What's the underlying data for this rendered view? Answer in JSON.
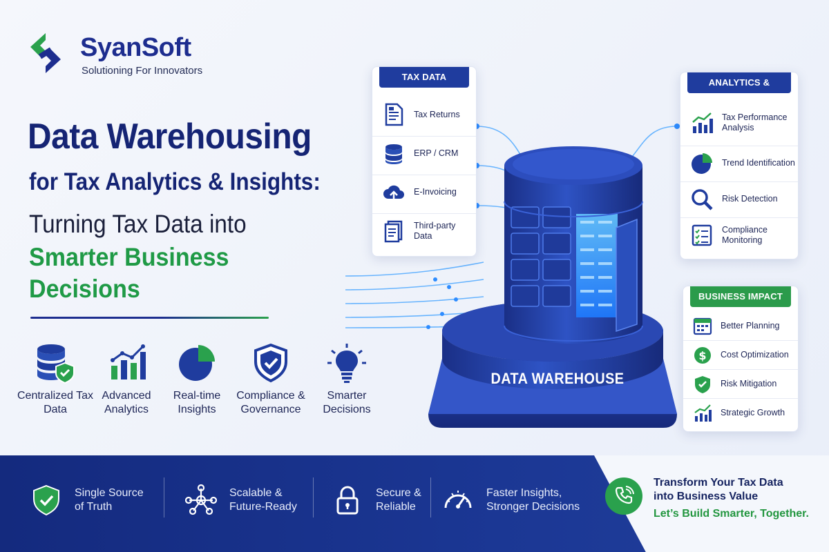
{
  "brand": {
    "name": "SyanSoft",
    "tagline": "Solutioning For Innovators"
  },
  "headline": {
    "line1": "Data Warehousing",
    "line2": "for Tax Analytics & Insights:",
    "line3": "Turning Tax Data into",
    "line4": "Smarter Business Decisions"
  },
  "features": [
    {
      "label": "Centralized Tax Data",
      "icon": "database-shield-icon"
    },
    {
      "label": "Advanced Analytics",
      "icon": "bar-chart-icon"
    },
    {
      "label": "Real-time Insights",
      "icon": "pie-chart-icon"
    },
    {
      "label": "Compliance & Governance",
      "icon": "shield-check-icon"
    },
    {
      "label": "Smarter Decisions",
      "icon": "lightbulb-icon"
    }
  ],
  "tax_sources": {
    "title": "TAX DATA SOURCES",
    "items": [
      {
        "label": "Tax Returns",
        "icon": "document-icon"
      },
      {
        "label": "ERP / CRM",
        "icon": "database-icon"
      },
      {
        "label": "E-Invoicing",
        "icon": "cloud-upload-icon"
      },
      {
        "label": "Third-party Data",
        "icon": "files-icon"
      }
    ]
  },
  "analytics": {
    "title": "ANALYTICS & INSIGHTS",
    "items": [
      {
        "label": "Tax Performance Analysis",
        "icon": "trend-chart-icon"
      },
      {
        "label": "Trend Identification",
        "icon": "pie-chart-icon"
      },
      {
        "label": "Risk Detection",
        "icon": "magnifier-icon"
      },
      {
        "label": "Compliance Monitoring",
        "icon": "checklist-icon"
      }
    ]
  },
  "impact": {
    "title": "BUSINESS IMPACT",
    "items": [
      {
        "label": "Better Planning",
        "icon": "calendar-icon"
      },
      {
        "label": "Cost Optimization",
        "icon": "dollar-icon"
      },
      {
        "label": "Risk Mitigation",
        "icon": "shield-check-icon"
      },
      {
        "label": "Strategic Growth",
        "icon": "growth-chart-icon"
      }
    ]
  },
  "warehouse_label": "DATA WAREHOUSE",
  "benefits": [
    {
      "label": "Single Source of Truth",
      "icon": "shield-check-icon"
    },
    {
      "label": "Scalable & Future-Ready",
      "icon": "network-icon"
    },
    {
      "label": "Secure & Reliable",
      "icon": "lock-icon"
    },
    {
      "label": "Faster Insights, Stronger Decisions",
      "icon": "speedometer-icon"
    }
  ],
  "cta": {
    "line1": "Transform Your Tax Data",
    "line2": "into Business Value",
    "line3": "Let’s Build Smarter, Together.",
    "icon": "phone-icon"
  },
  "colors": {
    "navy": "#152474",
    "blue": "#1f3c9e",
    "green": "#2aa14d",
    "background": "#eef2fa"
  }
}
